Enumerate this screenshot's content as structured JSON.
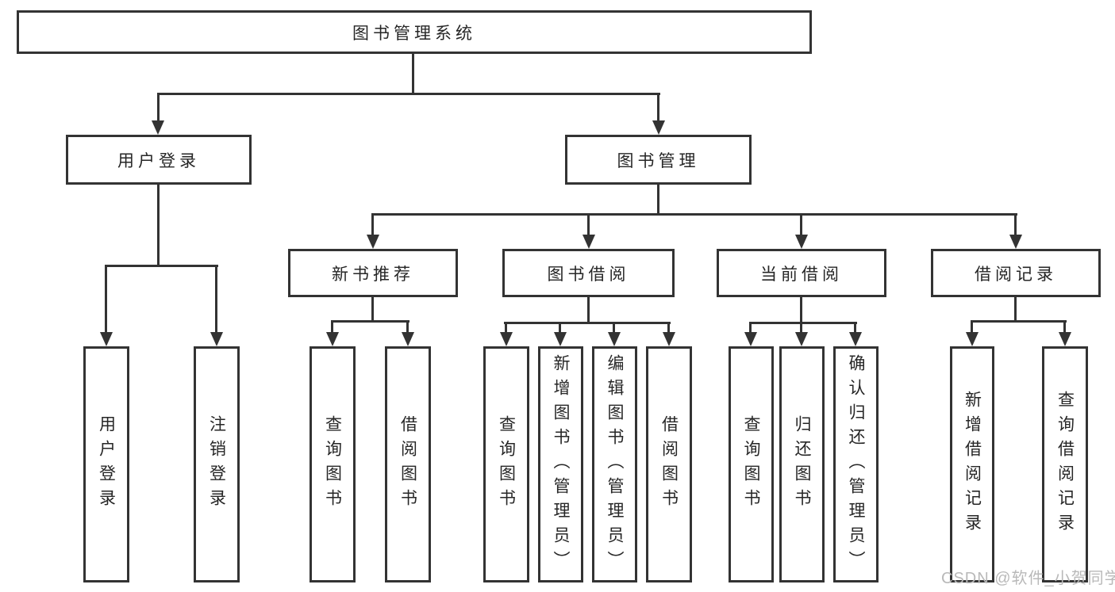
{
  "tree": {
    "root": {
      "label": "图书管理系统"
    },
    "branches": [
      {
        "label": "用户登录",
        "children": [
          {
            "label": "用户登录"
          },
          {
            "label": "注销登录"
          }
        ]
      },
      {
        "label": "图书管理",
        "children": [
          {
            "label": "新书推荐",
            "children": [
              {
                "label": "查询图书"
              },
              {
                "label": "借阅图书"
              }
            ]
          },
          {
            "label": "图书借阅",
            "children": [
              {
                "label": "查询图书"
              },
              {
                "label": "新增图书（管理员）"
              },
              {
                "label": "编辑图书（管理员）"
              },
              {
                "label": "借阅图书"
              }
            ]
          },
          {
            "label": "当前借阅",
            "children": [
              {
                "label": "查询图书"
              },
              {
                "label": "归还图书"
              },
              {
                "label": "确认归还（管理员）"
              }
            ]
          },
          {
            "label": "借阅记录",
            "children": [
              {
                "label": "新增借阅记录"
              },
              {
                "label": "查询借阅记录"
              }
            ]
          }
        ]
      }
    ]
  },
  "watermark": {
    "text": "CSDN @软件_小贺同学"
  },
  "colors": {
    "line": "#333333",
    "text": "#262626",
    "background": "#ffffff",
    "watermark": "#b9b9b9"
  }
}
